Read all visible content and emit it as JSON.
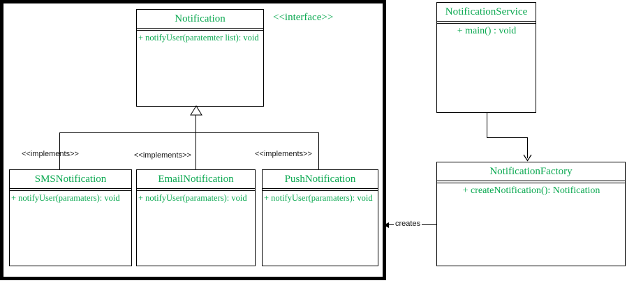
{
  "diagram": {
    "colors": {
      "class_text_green": "#0aa850",
      "line_black": "#000000",
      "label_gray": "#1c1c1c"
    },
    "classes": [
      {
        "name": "Notification",
        "methods": [
          "+ notifyUser(paratemter list): void"
        ]
      },
      {
        "name": "SMSNotification",
        "methods": [
          "+ notifyUser(paramaters): void"
        ]
      },
      {
        "name": "EmailNotification",
        "methods": [
          "+ notifyUser(paramaters): void"
        ]
      },
      {
        "name": "PushNotification",
        "methods": [
          "+ notifyUser(paramaters): void"
        ]
      },
      {
        "name": "NotificationService",
        "methods": [
          "+ main() : void"
        ]
      },
      {
        "name": "NotificationFactory",
        "methods": [
          "+ createNotification(): Notification"
        ]
      }
    ],
    "labels": {
      "interface_stereotype": "<<interface>>",
      "implements": [
        "<<implements>>",
        "<<implements>>",
        "<<implements>>"
      ],
      "creates": "creates"
    }
  }
}
